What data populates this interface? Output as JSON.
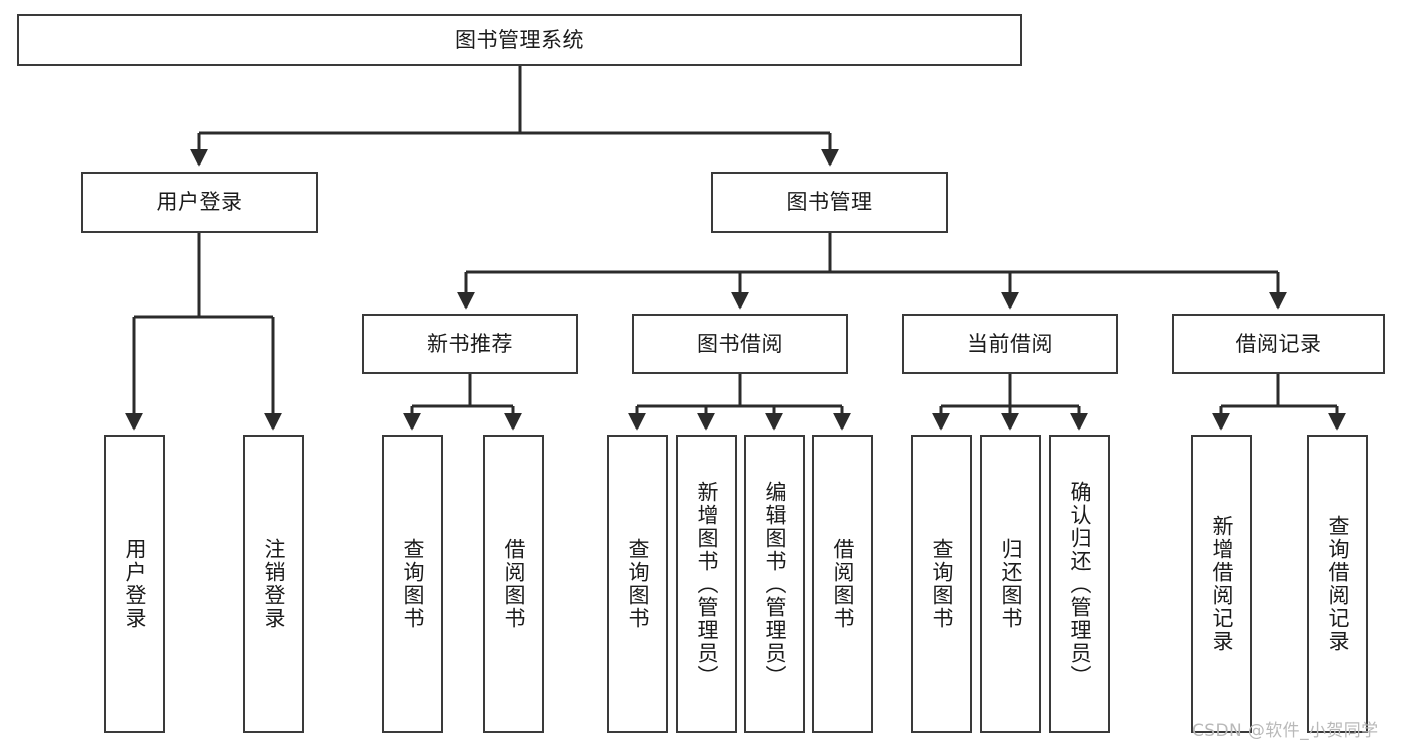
{
  "diagram": {
    "title": "图书管理系统",
    "type": "tree-hierarchy-diagram",
    "orientation": "top-down",
    "colors": {
      "node_border": "#3a3a3a",
      "node_fill": "#ffffff",
      "edge": "#2b2b2b",
      "text": "#1b1b1b",
      "watermark": "#b9b9b9",
      "background": "#ffffff"
    }
  },
  "root": {
    "id": "root",
    "label": "图书管理系统"
  },
  "level2": [
    {
      "id": "user-login",
      "label": "用户登录"
    },
    {
      "id": "book-management",
      "label": "图书管理"
    }
  ],
  "level3": [
    {
      "id": "new-book-recommend",
      "label": "新书推荐",
      "parent": "book-management"
    },
    {
      "id": "book-borrow",
      "label": "图书借阅",
      "parent": "book-management"
    },
    {
      "id": "current-borrow",
      "label": "当前借阅",
      "parent": "book-management"
    },
    {
      "id": "borrow-record",
      "label": "借阅记录",
      "parent": "book-management"
    }
  ],
  "leaves": [
    {
      "id": "leaf-user-login",
      "label": "用户登录",
      "parent": "user-login"
    },
    {
      "id": "leaf-logout-login",
      "label": "注销登录",
      "parent": "user-login"
    },
    {
      "id": "leaf-query-book-1",
      "label": "查询图书",
      "parent": "new-book-recommend"
    },
    {
      "id": "leaf-borrow-book-1",
      "label": "借阅图书",
      "parent": "new-book-recommend"
    },
    {
      "id": "leaf-query-book-2",
      "label": "查询图书",
      "parent": "book-borrow"
    },
    {
      "id": "leaf-add-book",
      "label": "新增图书（管理员）",
      "parent": "book-borrow"
    },
    {
      "id": "leaf-edit-book",
      "label": "编辑图书（管理员）",
      "parent": "book-borrow"
    },
    {
      "id": "leaf-borrow-book-2",
      "label": "借阅图书",
      "parent": "book-borrow"
    },
    {
      "id": "leaf-query-book-3",
      "label": "查询图书",
      "parent": "current-borrow"
    },
    {
      "id": "leaf-return-book",
      "label": "归还图书",
      "parent": "current-borrow"
    },
    {
      "id": "leaf-confirm-return",
      "label": "确认归还（管理员）",
      "parent": "current-borrow"
    },
    {
      "id": "leaf-add-borrow-record",
      "label": "新增借阅记录",
      "parent": "borrow-record"
    },
    {
      "id": "leaf-query-borrow-record",
      "label": "查询借阅记录",
      "parent": "borrow-record"
    }
  ],
  "watermark": {
    "text": "CSDN @软件_小贺同学"
  }
}
